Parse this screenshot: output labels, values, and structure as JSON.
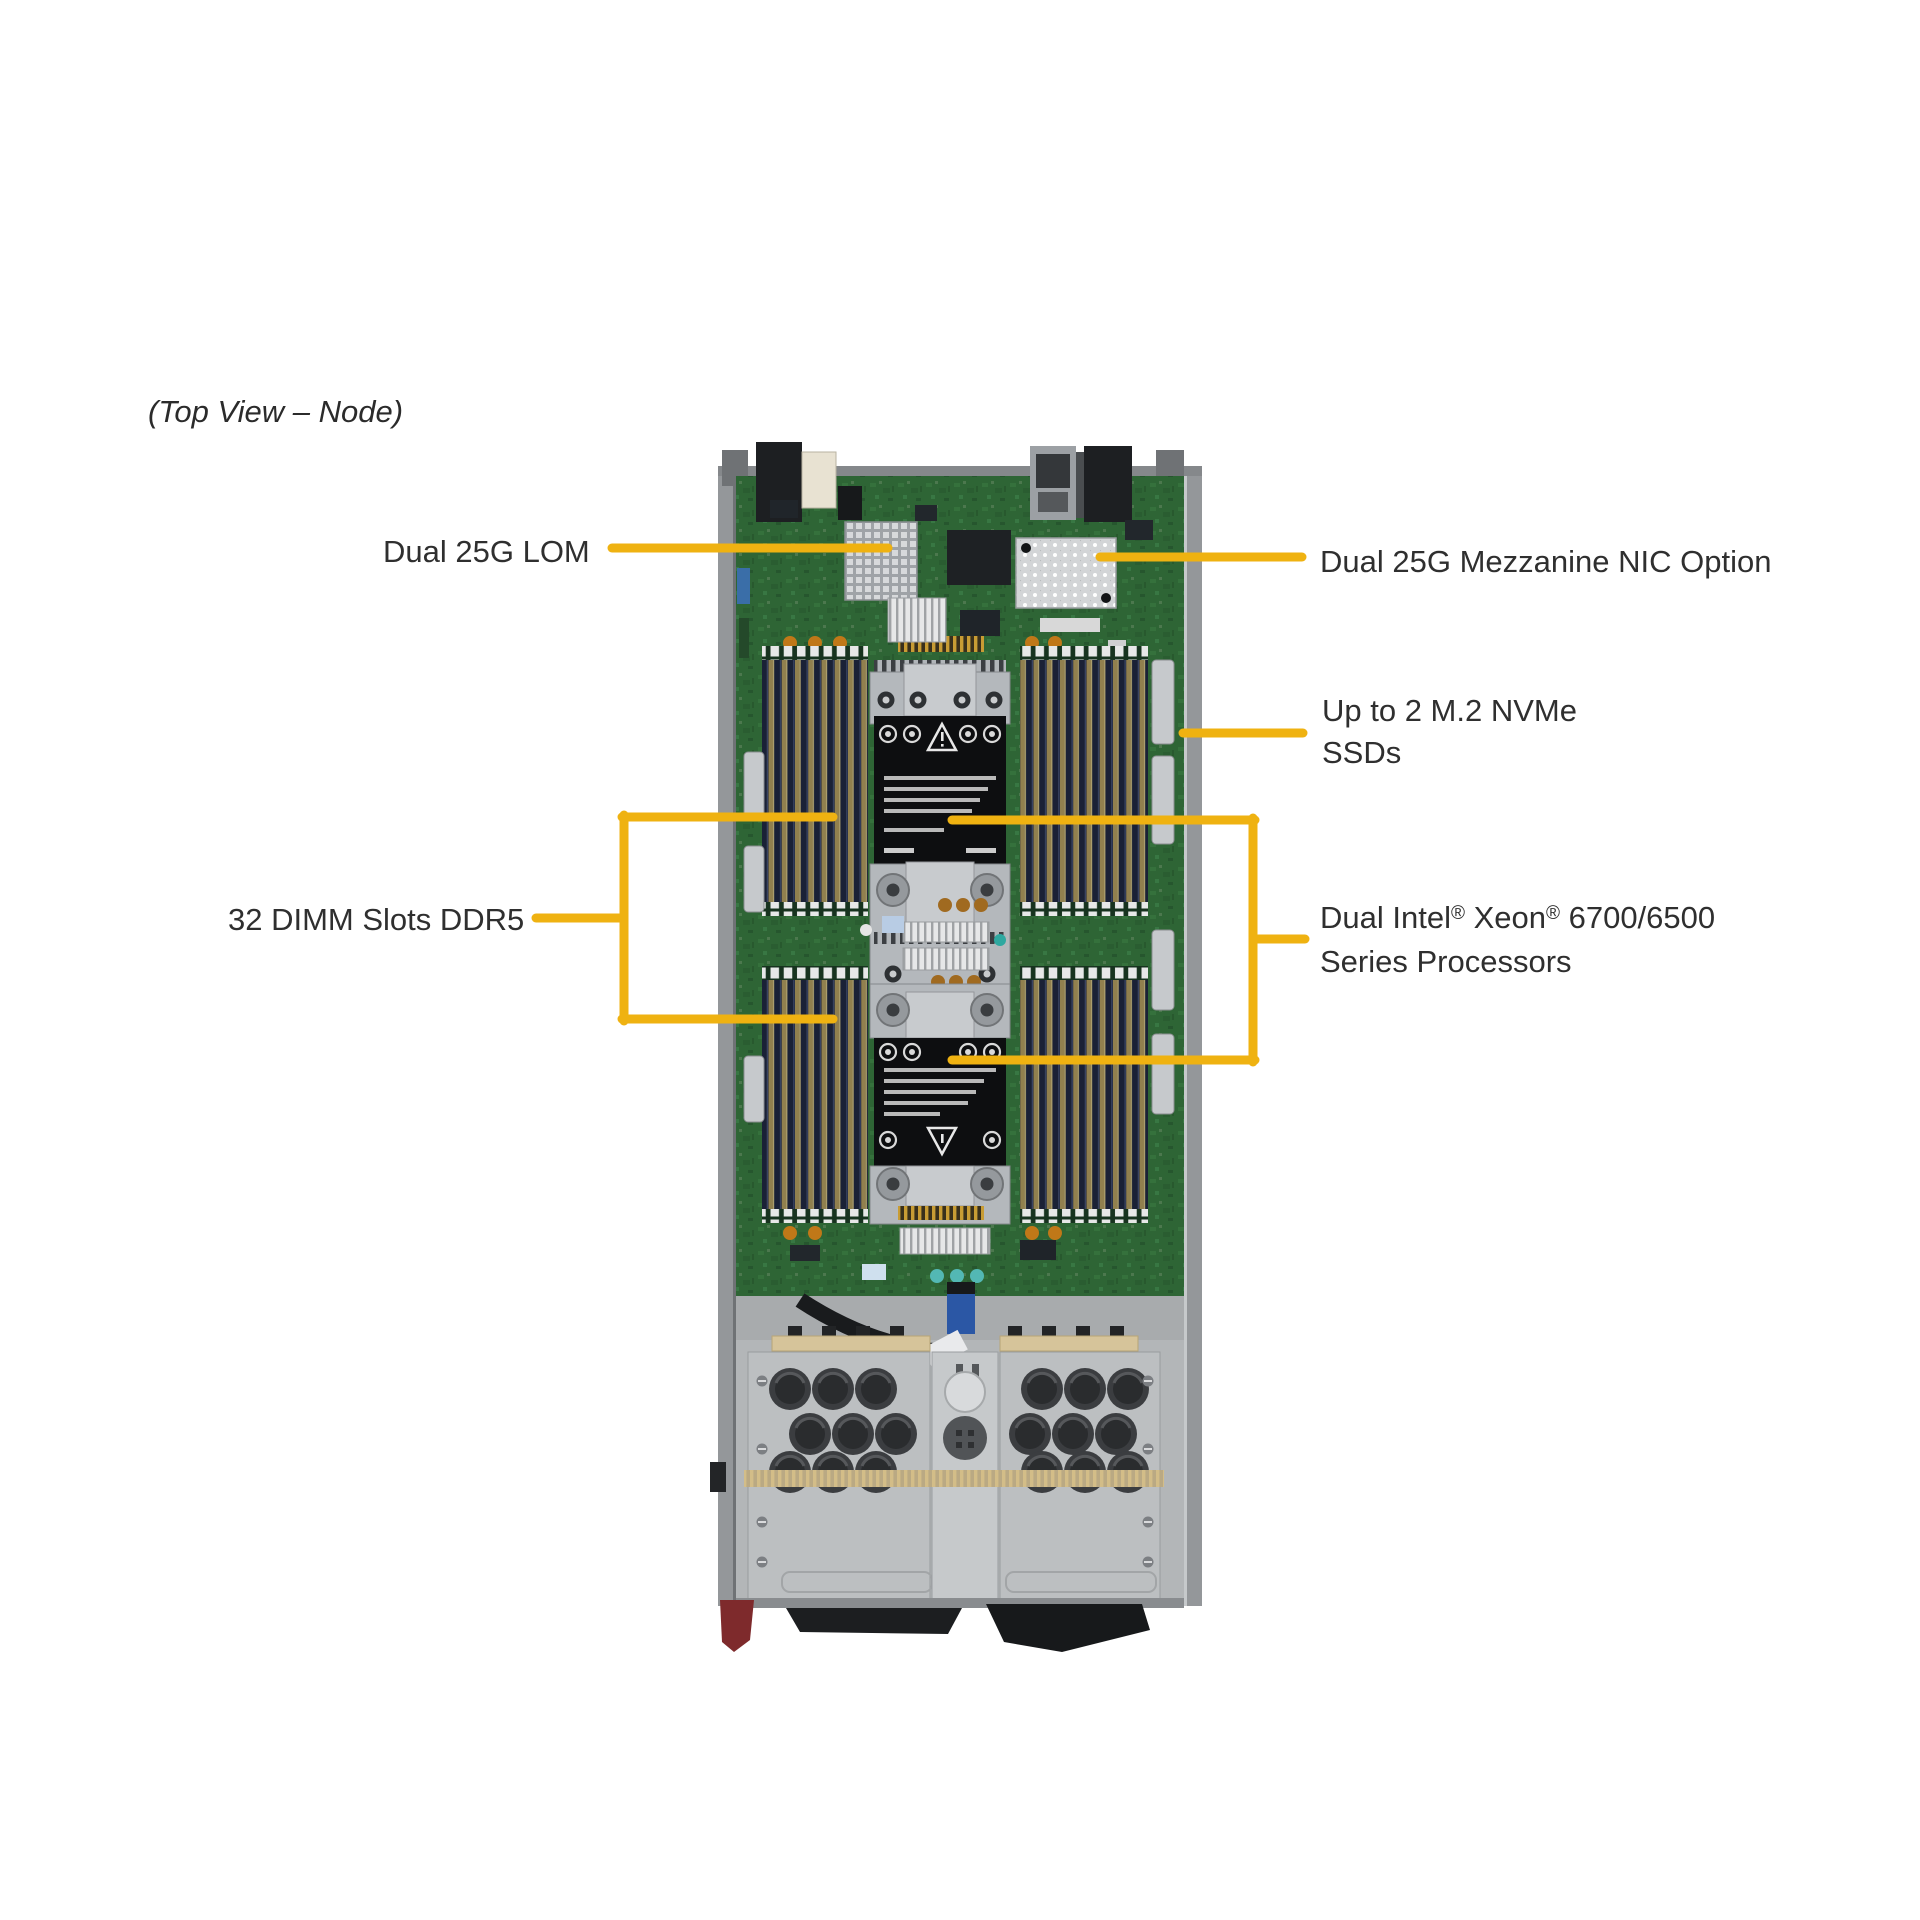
{
  "caption": {
    "text": "(Top View – Node)"
  },
  "colors": {
    "background": "#ffffff",
    "callout_accent": "#EFB211",
    "label_text": "#2f2f2f",
    "pcb_green": "#2e6535",
    "chassis_gray": "#b3b6b8",
    "heatsink_silver": "#b4b8bc",
    "cpu_label_black": "#0d0e10",
    "backplane_tan": "#d6c49a",
    "latch_red": "#7e2a2c"
  },
  "callouts": {
    "lom": {
      "label": "Dual 25G LOM"
    },
    "mezzanine": {
      "label": "Dual 25G Mezzanine NIC Option"
    },
    "m2": {
      "line1": "Up to 2 M.2 NVMe",
      "line2": "SSDs"
    },
    "dimm": {
      "label": "32 DIMM Slots DDR5"
    },
    "cpu": {
      "line1_pre": "Dual Intel",
      "line1_reg1": "®",
      "line1_mid": " Xeon",
      "line1_reg2": "®",
      "line1_post": " 6700/6500",
      "line2": "Series Processors"
    }
  },
  "figure": {
    "type": "hardware-top-view-photo",
    "subject": "dual-processor server node",
    "parts": [
      "dual-25g-lom-heatsink",
      "dual-25g-mezzanine-nic-heatsink",
      "m2-nvme-slot-area",
      "dimm-banks-32-slots-ddr5",
      "cpu1-heatsink",
      "cpu2-heatsink",
      "drive-cage",
      "release-handles"
    ]
  }
}
